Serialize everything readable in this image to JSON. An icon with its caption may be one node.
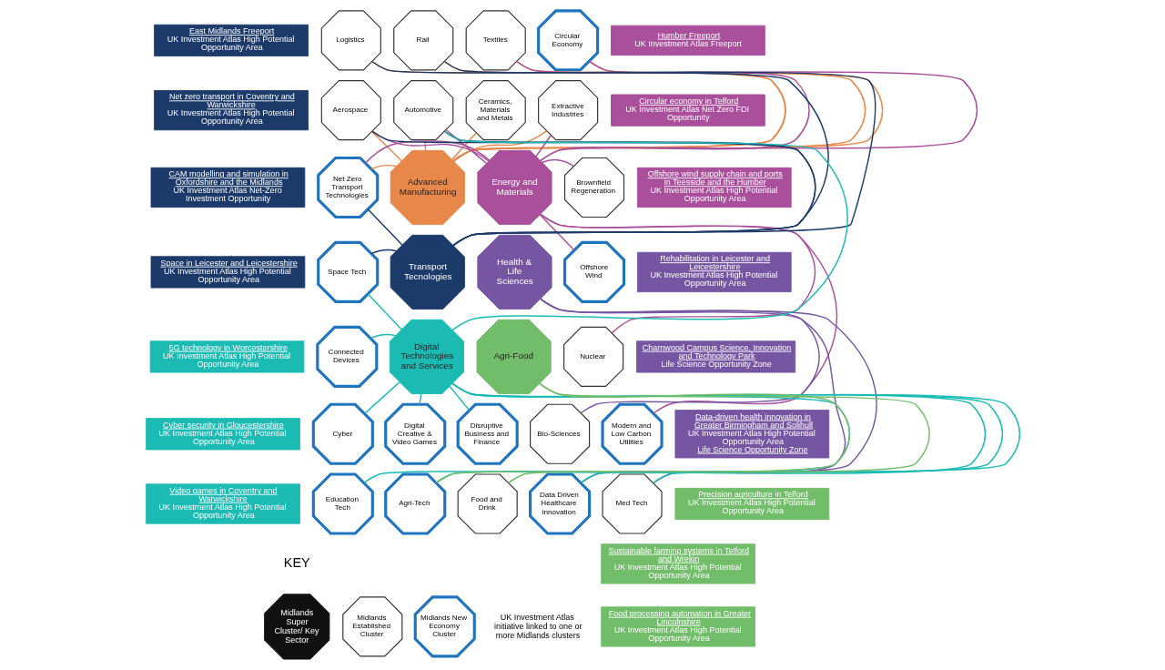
{
  "diagram": {
    "nodes": [
      {
        "text": [
          "East Midlands Freeport",
          "UK Investment Atlas High Potential Opportunity Area"
        ]
      },
      {
        "text": [
          "Net zero transport in Coventry and Warwickshire",
          "UK Investment Atlas High Potential Opportunity Area"
        ]
      },
      {
        "text": [
          "CAM modelling and simulation in Oxfordshire and the Midlands",
          "UK Investment Atlas Net-Zero Investment Opportunity"
        ]
      },
      {
        "text": [
          "Space in Leicester and Leicestershire",
          "UK Investment Atlas High Potential Opportunity Area"
        ]
      },
      {
        "text": [
          "5G technology in Worcestershire",
          "UK Investment Atlas High Potential Opportunity Area"
        ]
      },
      {
        "text": [
          "Cyber security in Gloucestershire",
          "UK Investment Atlas High Potential Opportunity Area"
        ]
      },
      {
        "text": [
          "Video games in Coventry and Warwickshire",
          "UK Investment Atlas High Potential Opportunity Area"
        ]
      },
      {
        "text": [
          "Logistics"
        ]
      },
      {
        "text": [
          "Rail"
        ]
      },
      {
        "text": [
          "Automotive"
        ]
      },
      {
        "text": [
          "Aerospace"
        ]
      },
      {
        "text": [
          "Net Zero Transport Technologies"
        ]
      },
      {
        "text": [
          "Space Tech"
        ]
      },
      {
        "text": [
          "Connected Devices"
        ]
      },
      {
        "text": [
          "Cyber"
        ]
      },
      {
        "text": [
          "Digital Creative & Video Games"
        ]
      },
      {
        "text": [
          "Disruptive Business and Finance"
        ]
      },
      {
        "text": [
          "Education Tech"
        ]
      },
      {
        "text": [
          "Agri-Tech"
        ]
      },
      {
        "text": [
          "Food and Drink"
        ]
      },
      {
        "text": [
          "Data Driven Healthcare innovation"
        ]
      },
      {
        "text": [
          "Med Tech"
        ]
      },
      {
        "text": [
          "Bio-Sciences"
        ]
      },
      {
        "text": [
          "Modern and Low Carbon Utilities"
        ]
      },
      {
        "text": [
          "Nuclear"
        ]
      },
      {
        "text": [
          "Offshore Wind"
        ]
      },
      {
        "text": [
          "Brownfield Regeneration"
        ]
      },
      {
        "text": [
          "Extractive Industries"
        ]
      },
      {
        "text": [
          "Ceramics, Materials and Metals"
        ]
      },
      {
        "text": [
          "Circular Economy"
        ]
      },
      {
        "text": [
          "Textiles"
        ]
      },
      {
        "text": [
          "Advanced Manufacturing"
        ]
      },
      {
        "text": [
          "Energy and Materials"
        ]
      },
      {
        "text": [
          "Transport Tecnologies"
        ]
      },
      {
        "text": [
          "Health & Life Sciences"
        ]
      },
      {
        "text": [
          "Digital Technologies and Services"
        ]
      },
      {
        "text": [
          "Agri-Food"
        ]
      },
      {
        "text": [
          "Humber Freeport",
          "UK Investment Atlas Freeport"
        ]
      },
      {
        "text": [
          "Circular economy in Telford",
          "UK Investment Atlas Net Zero FDI Opportunity"
        ]
      },
      {
        "text": [
          "Offshore wind supply chain and ports in Teesside and the Humber",
          "UK Investment Atlas High Potential Opportunity Area"
        ]
      },
      {
        "text": [
          "Rehabilitation in Leicester and Leicestershire",
          "UK Investment Atlas High Potential Opportunity Area"
        ]
      },
      {
        "text": [
          "Charnwood Campus Science, Innovation and Technology Park",
          "Life Science Opportunity Zone"
        ]
      },
      {
        "text": [
          "Data-driven health innovation in Greater Birmingham and Solihull",
          "UK Investment Atlas High Potential Opportunity Area",
          "Life Science Opportunity Zone"
        ]
      },
      {
        "text": [
          "Precision agriculture in Telford",
          "UK Investment Atlas High Potential Opportunity Area"
        ]
      },
      {
        "text": [
          "Sustainable farming systems in Telford and Wrekin",
          "UK Investment Atlas High Potential Opportunity Area"
        ]
      },
      {
        "text": [
          "Food processing automation in Greater Lincolnshire",
          "UK Investment Atlas High Potential Opportunity Area"
        ]
      },
      {
        "text": [
          "Midlands Super Cluster/ Key Sector"
        ]
      },
      {
        "text": [
          "Midlands Established Cluster"
        ]
      },
      {
        "text": [
          "Midlands New Economy Cluster"
        ]
      }
    ],
    "edges": [
      {
        "from": 31,
        "to": 7,
        "arrow": "none",
        "color": "#e8874a"
      },
      {
        "from": 31,
        "to": 8,
        "arrow": "none",
        "color": "#e8874a"
      },
      {
        "from": 31,
        "to": 9,
        "arrow": "none",
        "color": "#e8874a"
      },
      {
        "from": 31,
        "to": 10,
        "arrow": "none",
        "color": "#e8874a"
      },
      {
        "from": 31,
        "to": 11,
        "arrow": "none",
        "color": "#e8874a"
      },
      {
        "from": 31,
        "to": 30,
        "arrow": "none",
        "color": "#e8874a"
      },
      {
        "from": 31,
        "to": 29,
        "arrow": "none",
        "color": "#e8874a"
      },
      {
        "from": 31,
        "to": 28,
        "arrow": "none",
        "color": "#e8874a"
      },
      {
        "from": 31,
        "to": 27,
        "arrow": "none",
        "color": "#e8874a"
      },
      {
        "from": 33,
        "to": 7,
        "arrow": "none",
        "color": "#1c3a6a"
      },
      {
        "from": 33,
        "to": 8,
        "arrow": "none",
        "color": "#1c3a6a"
      },
      {
        "from": 33,
        "to": 9,
        "arrow": "none",
        "color": "#1c3a6a"
      },
      {
        "from": 33,
        "to": 10,
        "arrow": "none",
        "color": "#1c3a6a"
      },
      {
        "from": 33,
        "to": 11,
        "arrow": "none",
        "color": "#1c3a6a"
      },
      {
        "from": 33,
        "to": 12,
        "arrow": "none",
        "color": "#1c3a6a"
      },
      {
        "from": 32,
        "to": 9,
        "arrow": "none",
        "color": "#a94f9b"
      },
      {
        "from": 32,
        "to": 10,
        "arrow": "none",
        "color": "#a94f9b"
      },
      {
        "from": 32,
        "to": 11,
        "arrow": "none",
        "color": "#a94f9b"
      },
      {
        "from": 32,
        "to": 30,
        "arrow": "none",
        "color": "#a94f9b"
      },
      {
        "from": 32,
        "to": 29,
        "arrow": "none",
        "color": "#a94f9b"
      },
      {
        "from": 32,
        "to": 27,
        "arrow": "none",
        "color": "#a94f9b"
      },
      {
        "from": 32,
        "to": 26,
        "arrow": "none",
        "color": "#a94f9b"
      },
      {
        "from": 32,
        "to": 25,
        "arrow": "none",
        "color": "#a94f9b"
      },
      {
        "from": 32,
        "to": 24,
        "arrow": "none",
        "color": "#a94f9b"
      },
      {
        "from": 32,
        "to": 23,
        "arrow": "none",
        "color": "#a94f9b"
      },
      {
        "from": 34,
        "to": 22,
        "arrow": "none",
        "color": "#7656a3"
      },
      {
        "from": 34,
        "to": 21,
        "arrow": "none",
        "color": "#7656a3"
      },
      {
        "from": 34,
        "to": 20,
        "arrow": "none",
        "color": "#7656a3"
      },
      {
        "from": 35,
        "to": 9,
        "arrow": "none",
        "color": "#1bbbb4"
      },
      {
        "from": 35,
        "to": 12,
        "arrow": "none",
        "color": "#1bbbb4"
      },
      {
        "from": 35,
        "to": 13,
        "arrow": "none",
        "color": "#1bbbb4"
      },
      {
        "from": 35,
        "to": 14,
        "arrow": "none",
        "color": "#1bbbb4"
      },
      {
        "from": 35,
        "to": 15,
        "arrow": "none",
        "color": "#1bbbb4"
      },
      {
        "from": 35,
        "to": 16,
        "arrow": "none",
        "color": "#1bbbb4"
      },
      {
        "from": 35,
        "to": 17,
        "arrow": "none",
        "color": "#1bbbb4"
      },
      {
        "from": 35,
        "to": 18,
        "arrow": "none",
        "color": "#1bbbb4"
      },
      {
        "from": 35,
        "to": 21,
        "arrow": "none",
        "color": "#1bbbb4"
      },
      {
        "from": 35,
        "to": 20,
        "arrow": "none",
        "color": "#1bbbb4"
      },
      {
        "from": 36,
        "to": 18,
        "arrow": "none",
        "color": "#72bd6a"
      },
      {
        "from": 36,
        "to": 19,
        "arrow": "none",
        "color": "#72bd6a"
      }
    ],
    "labels": [
      "KEY",
      "UK Investment Atlas initiative linked to one or more Midlands clusters"
    ]
  }
}
